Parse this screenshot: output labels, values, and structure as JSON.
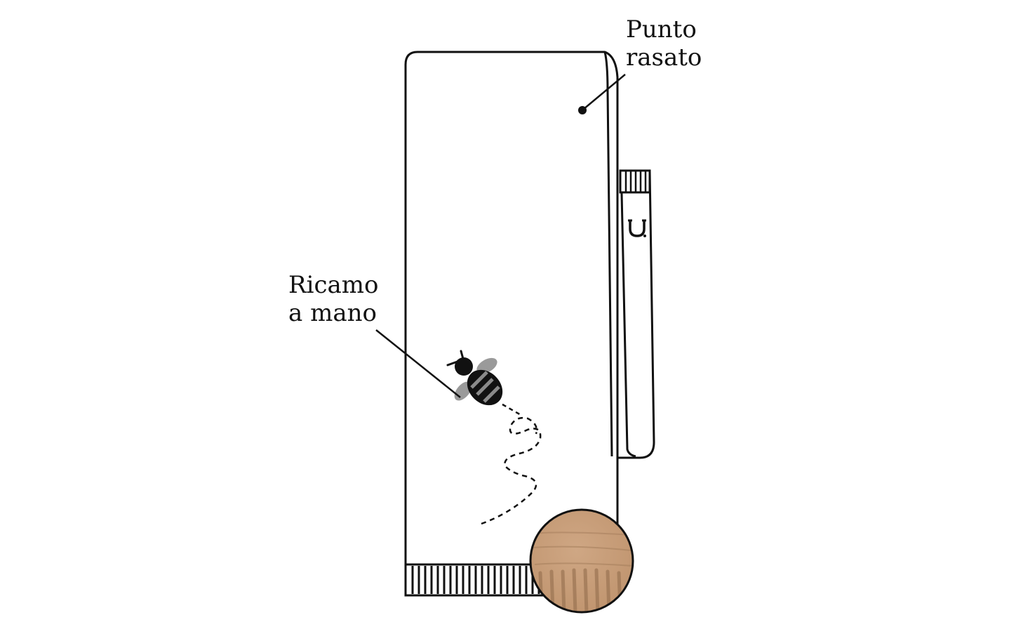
{
  "labels": {
    "stitch_type": {
      "line1": "Punto",
      "line2": "rasato"
    },
    "embroidery": {
      "line1": "Ricamo",
      "line2": "a mano"
    }
  },
  "colors": {
    "outline": "#111111",
    "background": "#ffffff",
    "bee_body": "#111111",
    "bee_stripe": "#8a8a8a",
    "bee_wing": "#9a9a9a",
    "knit_swatch": "#c9a07c",
    "knit_swatch_shadow": "#a57e5c"
  },
  "icons": {
    "brand_tag": "horseshoe-icon",
    "embroidery": "bee-icon",
    "texture": "knit-swatch-icon"
  }
}
